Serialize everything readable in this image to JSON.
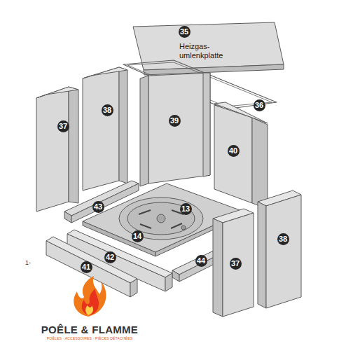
{
  "diagram": {
    "labels": [
      "35",
      "Heizgas- umlenkplatte",
      "37",
      "38",
      "39",
      "36",
      "40",
      "43",
      "13",
      "14",
      "42",
      "41",
      "44",
      "37",
      "38",
      "1-",
      "POÊLE & FLAMME",
      "POÊLES · ACCESSOIRES · PIÈCES DÉTACHÉES"
    ]
  }
}
